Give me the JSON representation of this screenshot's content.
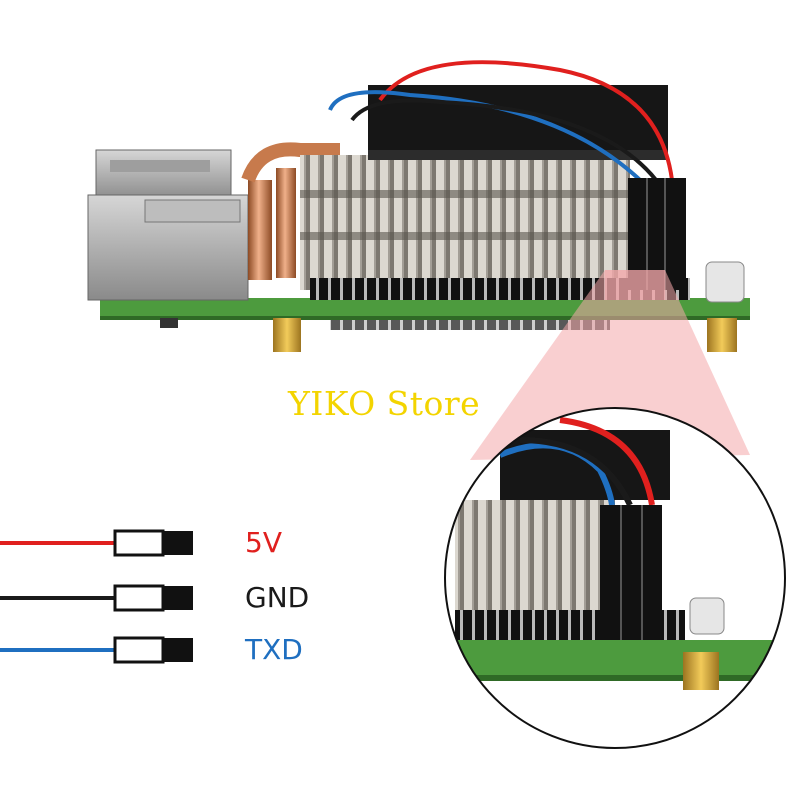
{
  "watermark": {
    "text": "YIKO Store"
  },
  "legend": {
    "items": [
      {
        "label": "5V",
        "color": "#e0201e"
      },
      {
        "label": "GND",
        "color": "#1a1a1a"
      },
      {
        "label": "TXD",
        "color": "#1f6fc0"
      }
    ]
  },
  "colors": {
    "board": "#4d9b3e",
    "heatsink": "#c9c4bc",
    "fan": "#161616",
    "copper_pipe": "#d9895a",
    "brass_standoff": "#d8a82e",
    "zoom_highlight": "#f4a7aa"
  }
}
